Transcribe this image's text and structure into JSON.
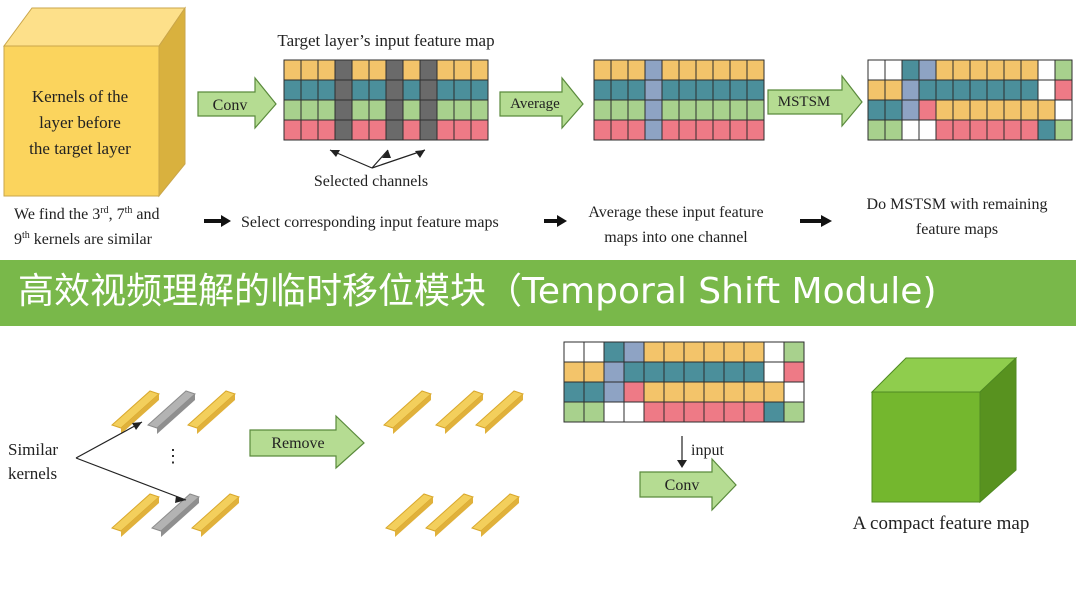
{
  "colors": {
    "yellow": "#f3c46a",
    "teal": "#4b8f9b",
    "green": "#a8d18d",
    "red": "#ee7a86",
    "gray": "#6a6a6a",
    "lavender": "#8ea3c4",
    "white": "#ffffff",
    "cube_yellow": "#fbd45d",
    "cube_green": "#74b72e",
    "arrow_green": "#b5dc92",
    "banner": "#79b84a"
  },
  "banner": {
    "title": "高效视频理解的临时移位模块（Temporal Shift Module)"
  },
  "top": {
    "cube_label": [
      "Kernels of the",
      "layer before",
      "the target layer"
    ],
    "conv_label": "Conv",
    "target_title": "Target layer’s input feature map",
    "selected_label": "Selected channels",
    "average_label": "Average",
    "mstsm_label": "MSTSM",
    "caption_1": {
      "line1_prefix": "We find the 3",
      "sup1": "rd",
      "mid1": ", 7",
      "sup2": "th",
      "line1_suffix": " and",
      "line2_prefix": "9",
      "sup3": "th",
      "line2_suffix": " kernels are similar"
    },
    "caption_2": "Select corresponding input feature maps",
    "caption_3": [
      "Average these input feature",
      "maps into one channel"
    ],
    "caption_4": [
      "Do MSTSM with remaining",
      "feature maps"
    ]
  },
  "bottom": {
    "similar_label": [
      "Similar",
      "kernels"
    ],
    "ellipsis": "⋮",
    "remove_label": "Remove",
    "input_label": "input",
    "conv_label": "Conv",
    "compact_label": "A compact feature map"
  },
  "grids": {
    "target": [
      "YYYGYYGYGYYY",
      "TTTGTTGTGTTT",
      "EEEGEEGEGEEE",
      "RRRGRRGRGRRR"
    ],
    "average": [
      "YYYLYYYYYY",
      "TTTLTTTTTT",
      "EEELEEEEEE",
      "RRRLRRRRRR"
    ],
    "mstsm": [
      "WWTLYYYYYYWE",
      "YYLTTTTTTTWR",
      "TTLRYYYYYYYW",
      "EEWWRRRRRRTE"
    ],
    "bottom": [
      "WWTLYYYYYYWE",
      "YYLTTTTTTTWR",
      "TTLRYYYYYYYW",
      "EEWWRRRRRRTE"
    ]
  }
}
